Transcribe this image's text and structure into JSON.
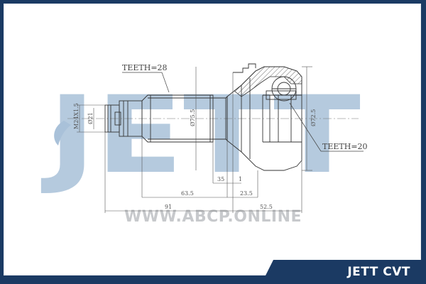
{
  "watermark": {
    "logo_text": "JETT",
    "url": "WWW.ABCP.ONLINE",
    "logo_color": "#a9c1d9",
    "url_color": "#c7c9cc"
  },
  "brand": {
    "label": "JETT CVT",
    "bar_color": "#1b3a63"
  },
  "callouts": {
    "outer_teeth": "TEETH=28",
    "inner_teeth": "TEETH=20"
  },
  "dimensions": {
    "thread": "M24X1.5",
    "shaft_diameter": "Ø21",
    "bell_diameter": "Ø75.5",
    "inner_diameter": "Ø72.5",
    "d_35": "35",
    "d_1": "1",
    "d_63_5": "63.5",
    "d_23_5": "23.5",
    "d_91": "91",
    "d_52_5": "52.5"
  }
}
